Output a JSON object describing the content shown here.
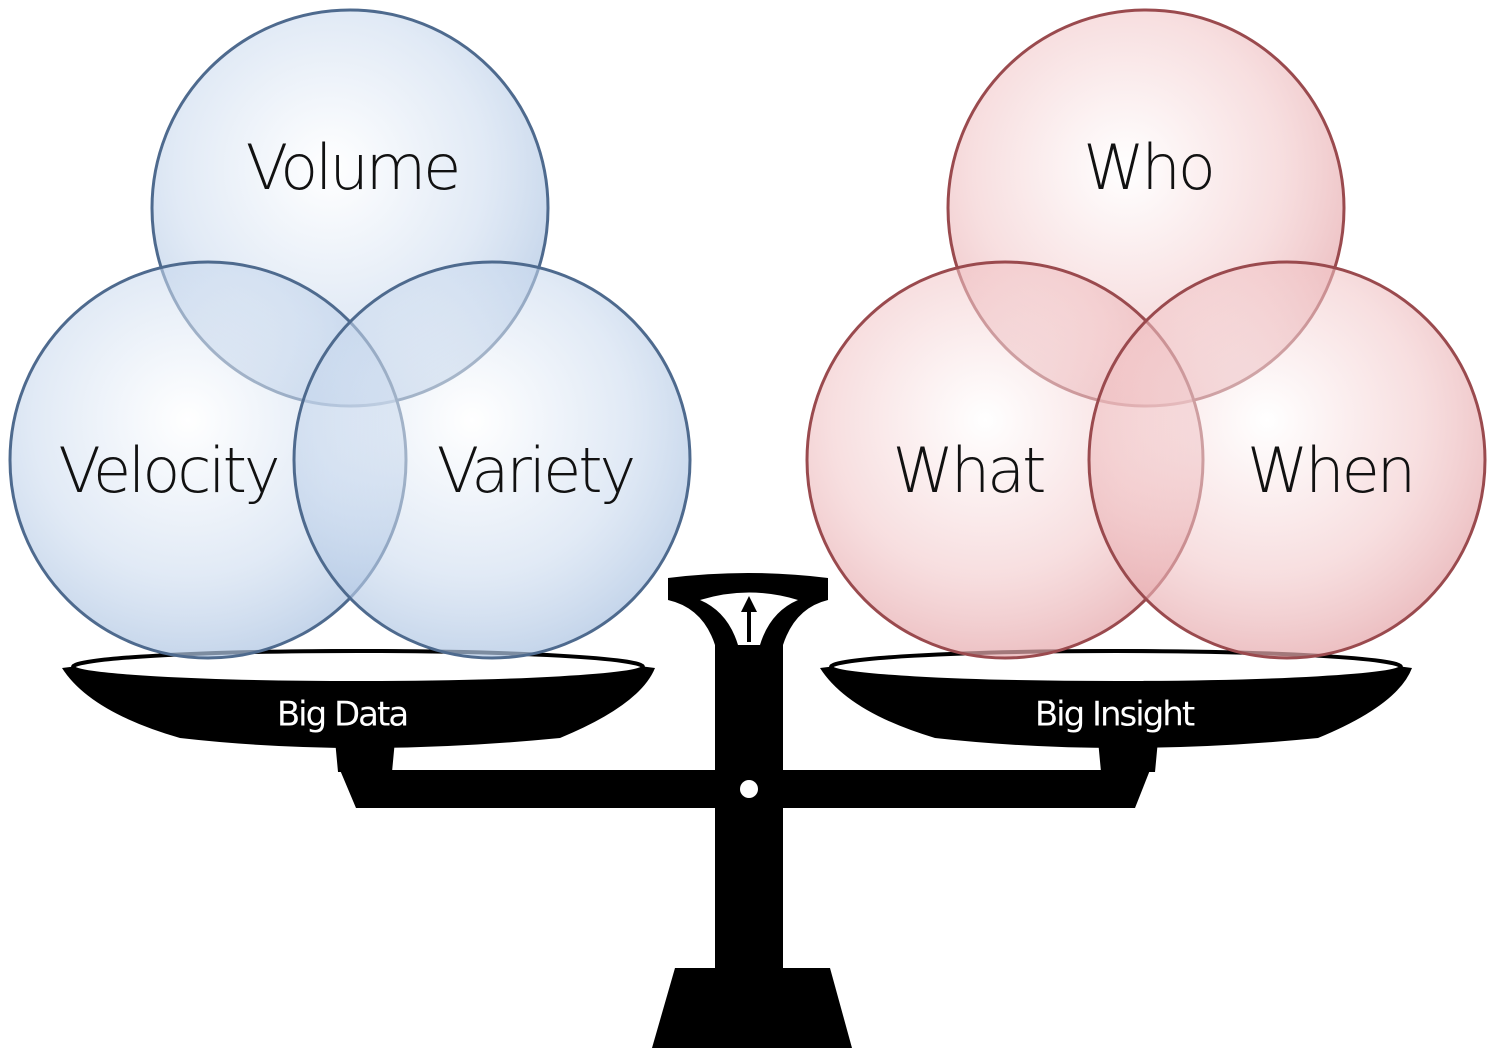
{
  "colors": {
    "data_fill": "#c9d9ee",
    "data_stroke": "#4e6a8e",
    "insight_fill": "#f1c4c6",
    "insight_stroke": "#9a4a4e",
    "scale": "#000000",
    "background": "#ffffff"
  },
  "left_group": {
    "pan_label": "Big Data",
    "circles": [
      "Volume",
      "Velocity",
      "Variety"
    ]
  },
  "right_group": {
    "pan_label": "Big Insight",
    "circles": [
      "Who",
      "What",
      "When"
    ]
  },
  "scale_icons": {
    "pointer": "arrow-up-icon",
    "pivot": "pivot-dot-icon"
  }
}
